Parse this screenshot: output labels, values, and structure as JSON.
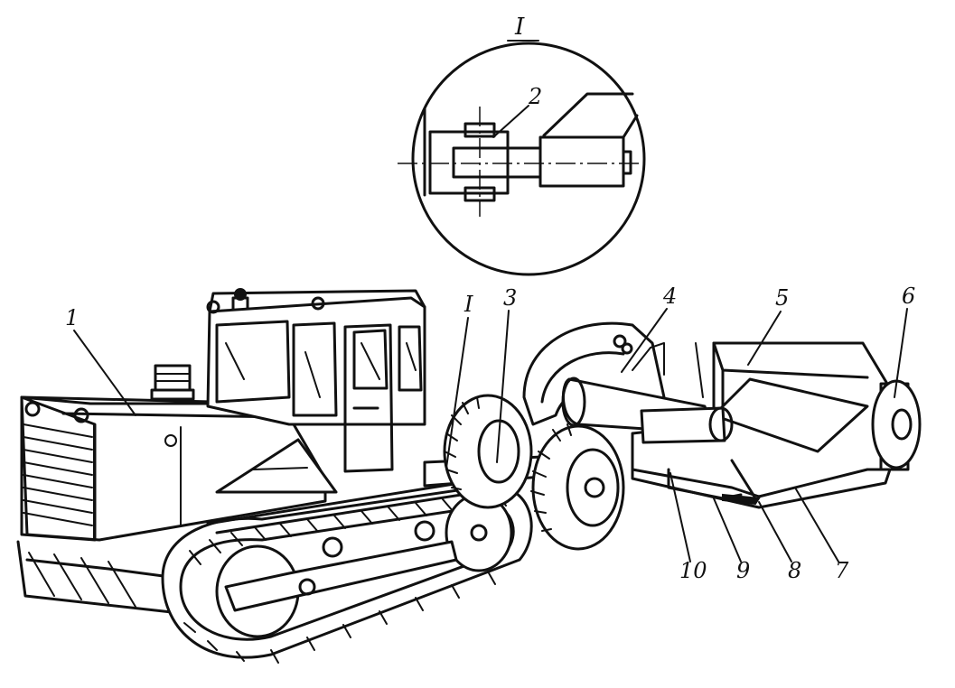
{
  "detail": {
    "label": "I",
    "callout": "2"
  },
  "labels": {
    "tractor": "1",
    "hitch": "I",
    "drawbar": "3",
    "frame": "4",
    "bowl": "5",
    "rear_wheel": "6",
    "knife_side": "7",
    "blade": "8",
    "cutting_edge": "9",
    "apron": "10"
  }
}
